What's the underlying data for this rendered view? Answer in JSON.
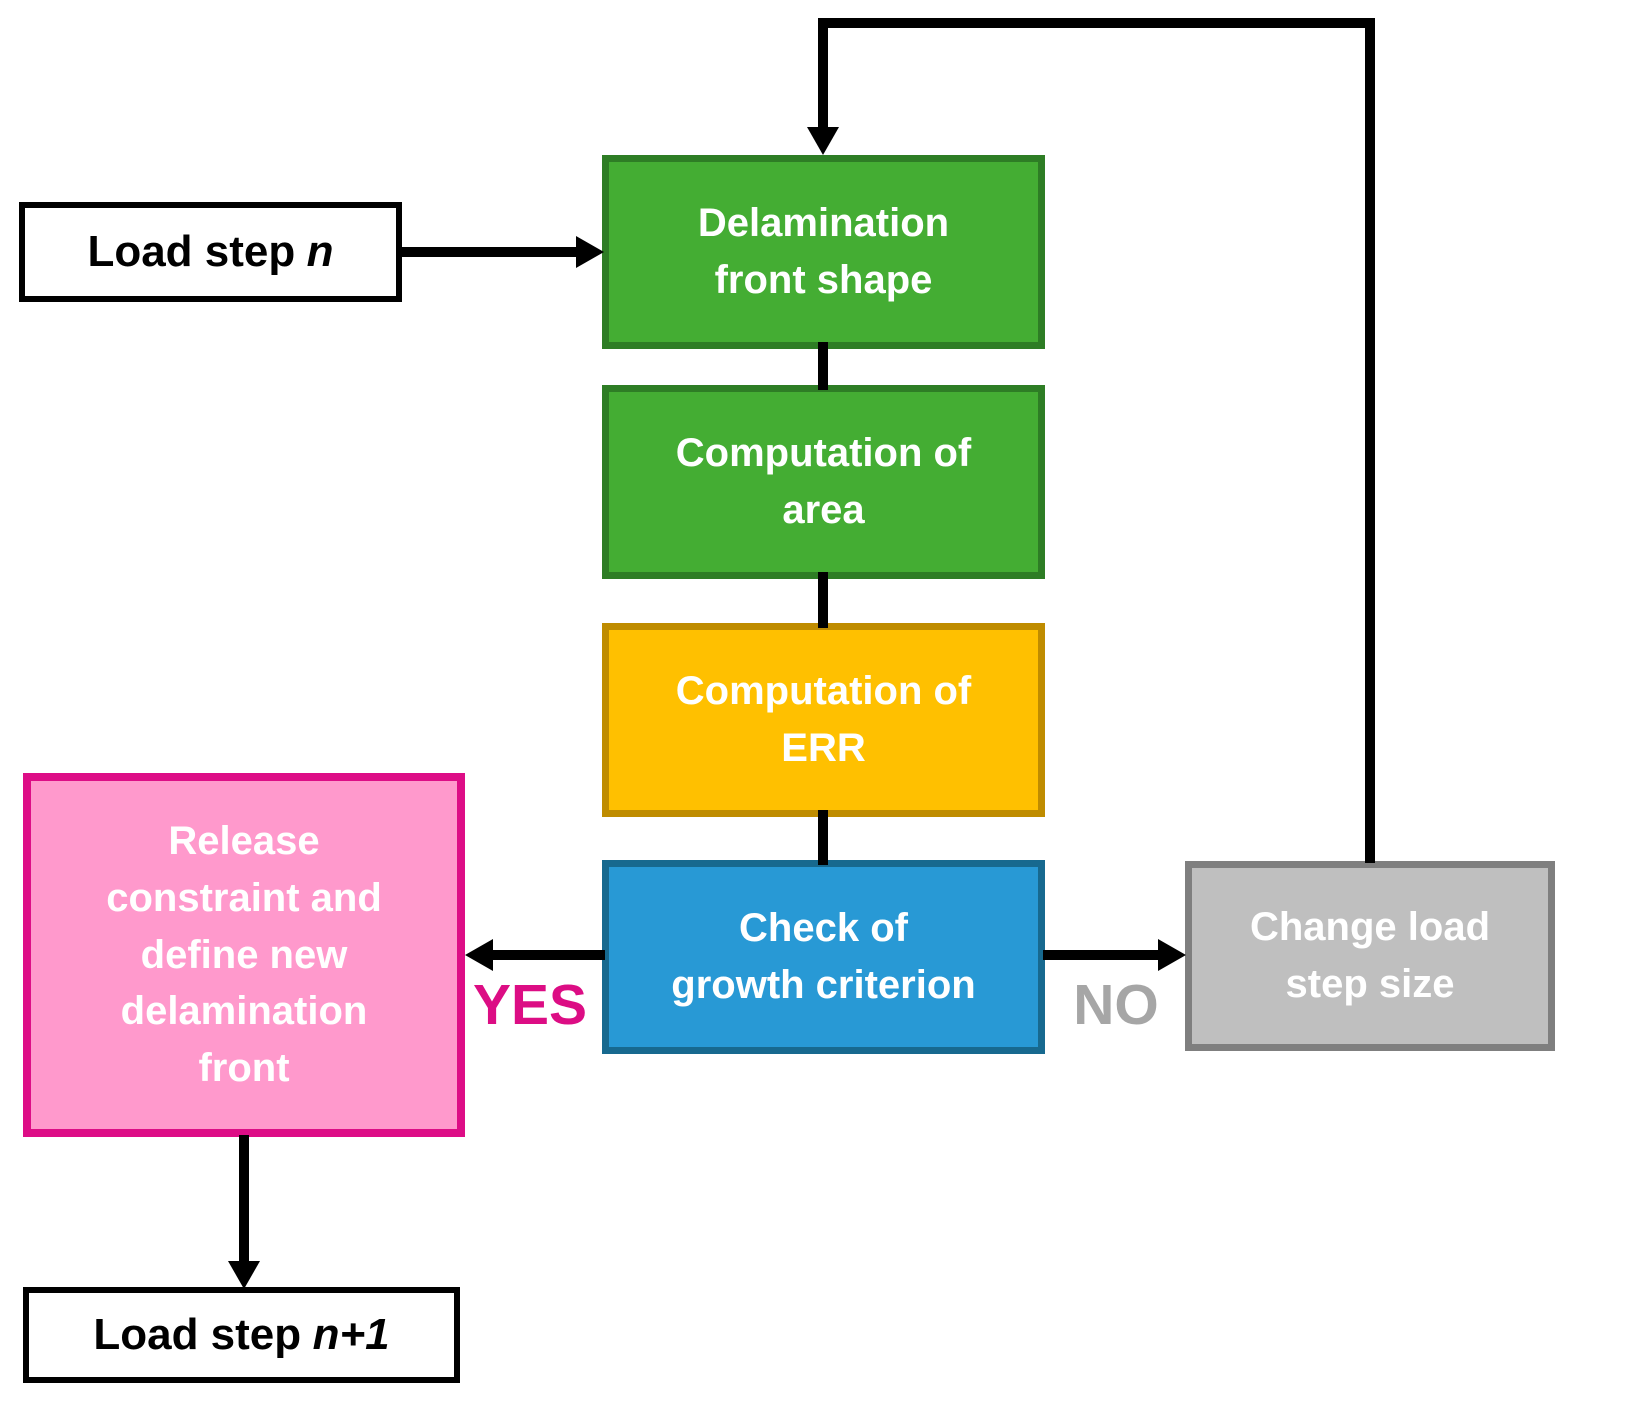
{
  "diagram": {
    "nodes": {
      "load_step_n": {
        "text": "Load step",
        "variable": "n"
      },
      "delamination_front_shape": {
        "lines": [
          "Delamination",
          "front shape"
        ]
      },
      "computation_of_area": {
        "lines": [
          "Computation of",
          "area"
        ]
      },
      "computation_of_err": {
        "lines": [
          "Computation of",
          "ERR"
        ]
      },
      "check_growth_criterion": {
        "lines": [
          "Check of",
          "growth criterion"
        ]
      },
      "release_constraint": {
        "lines": [
          "Release",
          "constraint and",
          "define new",
          "delamination",
          "front"
        ]
      },
      "change_load_step_size": {
        "lines": [
          "Change load",
          "step size"
        ]
      },
      "load_step_n_plus_1": {
        "text": "Load step",
        "variable": "n+1"
      }
    },
    "edge_labels": {
      "yes": "YES",
      "no": "NO"
    },
    "colors": {
      "green_fill": "#44AD33",
      "green_border": "#2E7D25",
      "amber_fill": "#FFC000",
      "amber_border": "#BF8C00",
      "blue_fill": "#2899D5",
      "blue_border": "#17698F",
      "pink_fill": "#FF99CC",
      "pink_border": "#DD0D86",
      "gray_fill": "#BFBFBF",
      "gray_border": "#7F7F7F",
      "yes_text": "#DC0D84",
      "no_text": "#A6A6A6",
      "line_color": "#000000"
    }
  }
}
